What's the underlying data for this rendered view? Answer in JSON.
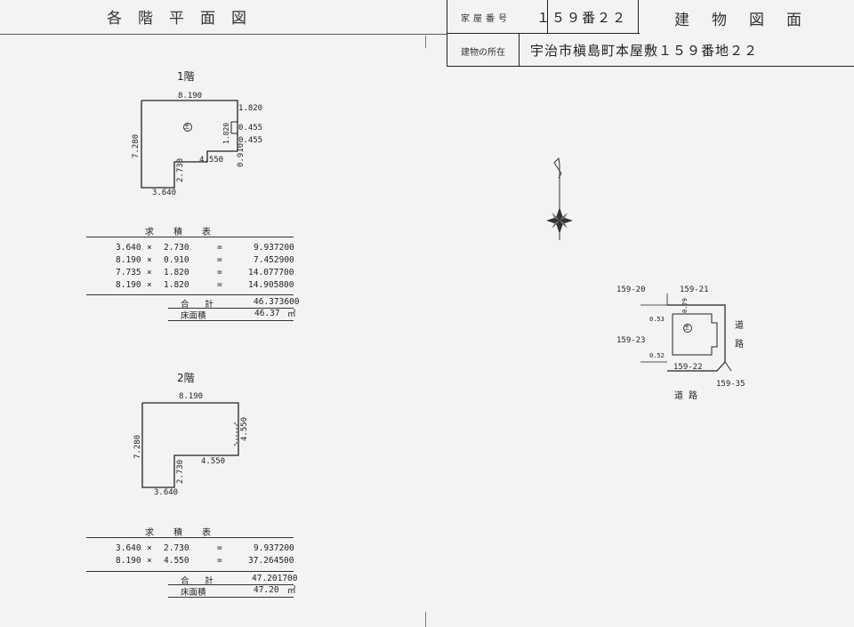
{
  "header": {
    "left_title": "各階平面図",
    "house_number_label": "家屋番号",
    "house_number": "１５９番２２",
    "right_title": "建物図面",
    "location_label": "建物の所在",
    "location": "宇治市槇島町本屋敷１５９番地２２"
  },
  "floor1": {
    "title": "1階",
    "dims": {
      "top": "8.190",
      "left": "7.280",
      "bottom": "3.640",
      "inner_vertical": "2.730",
      "inner_horizontal": "4.550",
      "right_1": "1.820",
      "right_2": "0.455",
      "right_3": "0.455",
      "right_inner": "1.820",
      "right_lower": "0.910"
    },
    "mark": "主",
    "table": {
      "header": "求積表",
      "rows": [
        {
          "a": "3.640",
          "op": "×",
          "b": "2.730",
          "eq": "=",
          "result": "9.937200"
        },
        {
          "a": "8.190",
          "op": "×",
          "b": "0.910",
          "eq": "=",
          "result": "7.452900"
        },
        {
          "a": "7.735",
          "op": "×",
          "b": "1.820",
          "eq": "=",
          "result": "14.077700"
        },
        {
          "a": "8.190",
          "op": "×",
          "b": "1.820",
          "eq": "=",
          "result": "14.905800"
        }
      ],
      "total_label": "合 計",
      "total": "46.373600",
      "area_label": "床面積",
      "area": "46.37",
      "unit": "㎡"
    }
  },
  "floor2": {
    "title": "2階",
    "dims": {
      "top": "8.190",
      "left": "7.280",
      "bottom": "3.640",
      "inner_vertical": "2.730",
      "inner_horizontal": "4.550",
      "right": "4.550"
    },
    "table": {
      "header": "求積表",
      "rows": [
        {
          "a": "3.640",
          "op": "×",
          "b": "2.730",
          "eq": "=",
          "result": "9.937200"
        },
        {
          "a": "8.190",
          "op": "×",
          "b": "4.550",
          "eq": "=",
          "result": "37.264500"
        }
      ],
      "total_label": "合 計",
      "total": "47.201700",
      "area_label": "床面積",
      "area": "47.20",
      "unit": "㎡"
    }
  },
  "site": {
    "lot_nw": "159-20",
    "lot_ne": "159-21",
    "lot_w": "159-23",
    "lot_self": "159-22",
    "lot_se": "159-35",
    "dist_top": "0.53",
    "dist_bottom": "0.52",
    "dist_side": "0.79",
    "road_east": "道路",
    "road_south": "道路",
    "mark": "主"
  }
}
